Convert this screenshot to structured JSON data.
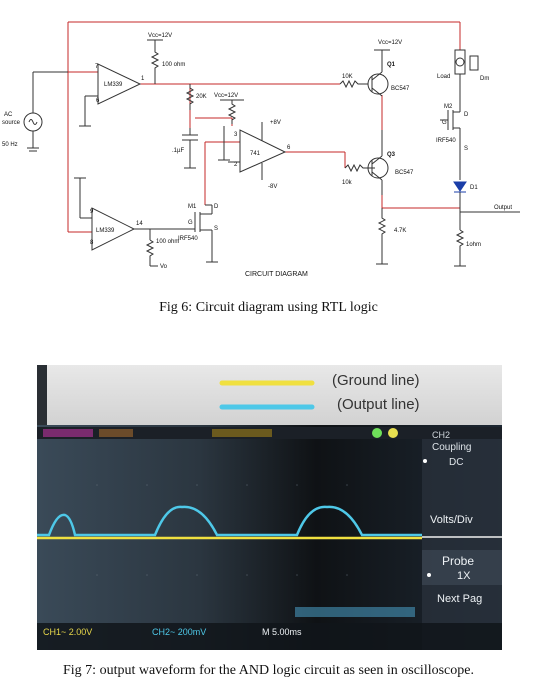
{
  "circuit": {
    "title": "CIRCUIT DIAGRAM",
    "labels": {
      "vcc_left": "Vcc=12V",
      "vcc_mid": "Vcc=12V",
      "vcc_right": "Vcc=12V",
      "comp_top": "LM339",
      "comp_bottom": "LM339",
      "opamp": "741",
      "r_100_top": "100 ohm",
      "r_100_bottom": "100 ohm",
      "r_20k": "20K",
      "cap_1uf": ".1µF",
      "r_10k_top": "10K",
      "r_10k_bottom": "10k",
      "r_4k7": "4.7K",
      "r_1ohm": "1ohm",
      "q1": "Q1",
      "q3": "Q3",
      "bc547_top": "BC547",
      "bc547_bottom": "BC547",
      "m1": "M1",
      "m2": "M2",
      "irf540_left": "IRF540",
      "irf540_right": "IRF540",
      "plus8v": "+8V",
      "minus8v": "-8V",
      "vo": "Vo",
      "load": "Load",
      "dm": "Dm",
      "d1": "D1",
      "output": "Output",
      "ac_source_1": "AC",
      "ac_source_2": "source",
      "ac_freq": "50 Hz",
      "pin7": "7",
      "pin6": "6",
      "pin1": "1",
      "pin9": "9",
      "pin8": "8",
      "pin14": "14",
      "pin3": "3",
      "pin2": "2",
      "pin6_opamp": "6",
      "g_left": "G",
      "d_left": "D",
      "s_left": "S",
      "g_right": "G",
      "d_right": "D",
      "s_right": "S"
    }
  },
  "fig6_caption": "Fig 6: Circuit diagram using RTL logic",
  "scope": {
    "legend_ground": "(Ground line)",
    "legend_output": "(Output line)",
    "ch2": "CH2",
    "coupling": "Coupling",
    "dc": "DC",
    "volts_div": "Volts/Div",
    "probe": "Probe",
    "probe_val": "1X",
    "next_page": "Next Pag",
    "ch1_readout": "CH1~ 2.00V",
    "ch2_readout": "CH2~ 200mV",
    "m_readout": "M 5.00ms",
    "colors": {
      "ground": "#f0e040",
      "output": "#4ec8e8"
    }
  },
  "fig7_caption": "Fig 7: output waveform for the AND logic circuit as seen in oscilloscope."
}
